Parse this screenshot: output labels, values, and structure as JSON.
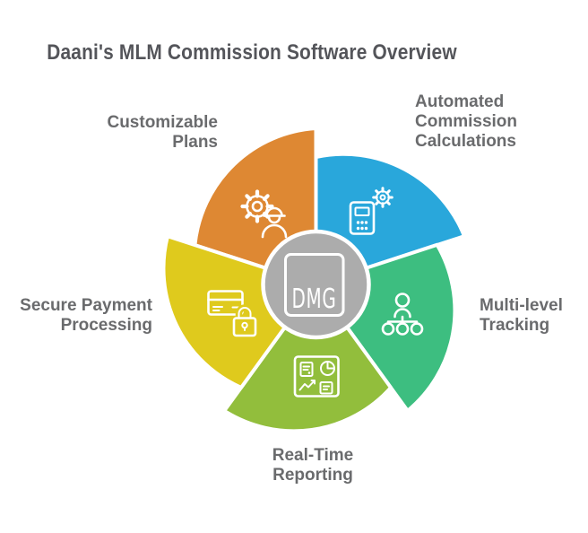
{
  "title": "Daani's MLM Commission Software Overview",
  "center": {
    "label": "DMG",
    "circle_color": "#ACACAC"
  },
  "colors": {
    "background": "#FFFFFF",
    "separator_stroke": "#FFFFFF",
    "title_text": "#54555A",
    "label_text": "#6A6B6D"
  },
  "segments": [
    {
      "name": "customizable-plans",
      "label": "Customizable\nPlans",
      "color": "#DE8833",
      "icon": "gear-engineer-icon"
    },
    {
      "name": "automated-commission-calculations",
      "label": "Automated\nCommission\nCalculations",
      "color": "#29A7DB",
      "icon": "calculator-gear-icon"
    },
    {
      "name": "multi-level-tracking",
      "label": "Multi-level\nTracking",
      "color": "#3DBE80",
      "icon": "hierarchy-icon"
    },
    {
      "name": "real-time-reporting",
      "label": "Real-Time\nReporting",
      "color": "#92BE3C",
      "icon": "report-dashboard-icon"
    },
    {
      "name": "secure-payment-processing",
      "label": "Secure Payment\nProcessing",
      "color": "#DFCA1D",
      "icon": "credit-card-lock-icon"
    }
  ]
}
